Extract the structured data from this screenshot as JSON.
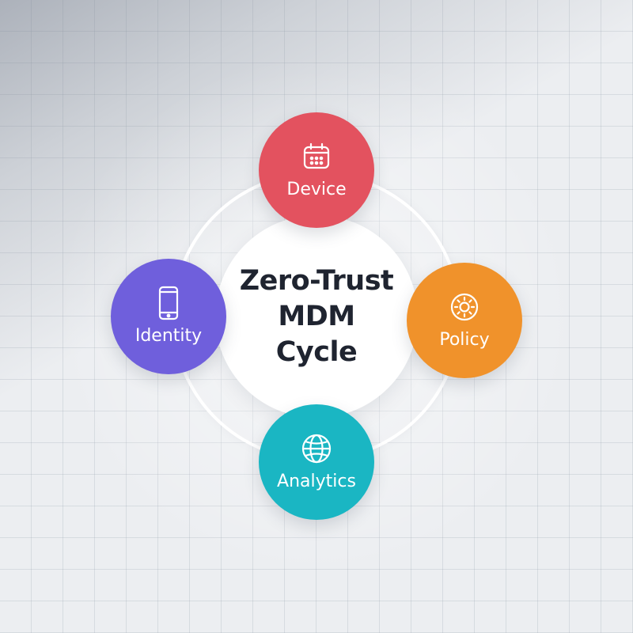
{
  "diagram": {
    "center_title_lines": [
      "Zero-Trust",
      "MDM",
      "Cycle"
    ],
    "nodes": {
      "device": {
        "label": "Device",
        "icon": "calendar-icon",
        "color": "#e3525f"
      },
      "policy": {
        "label": "Policy",
        "icon": "sun-icon",
        "color": "#f0922b"
      },
      "analytics": {
        "label": "Analytics",
        "icon": "globe-icon",
        "color": "#1ab6c3"
      },
      "identity": {
        "label": "Identity",
        "icon": "phone-icon",
        "color": "#6f5fdc"
      }
    }
  }
}
